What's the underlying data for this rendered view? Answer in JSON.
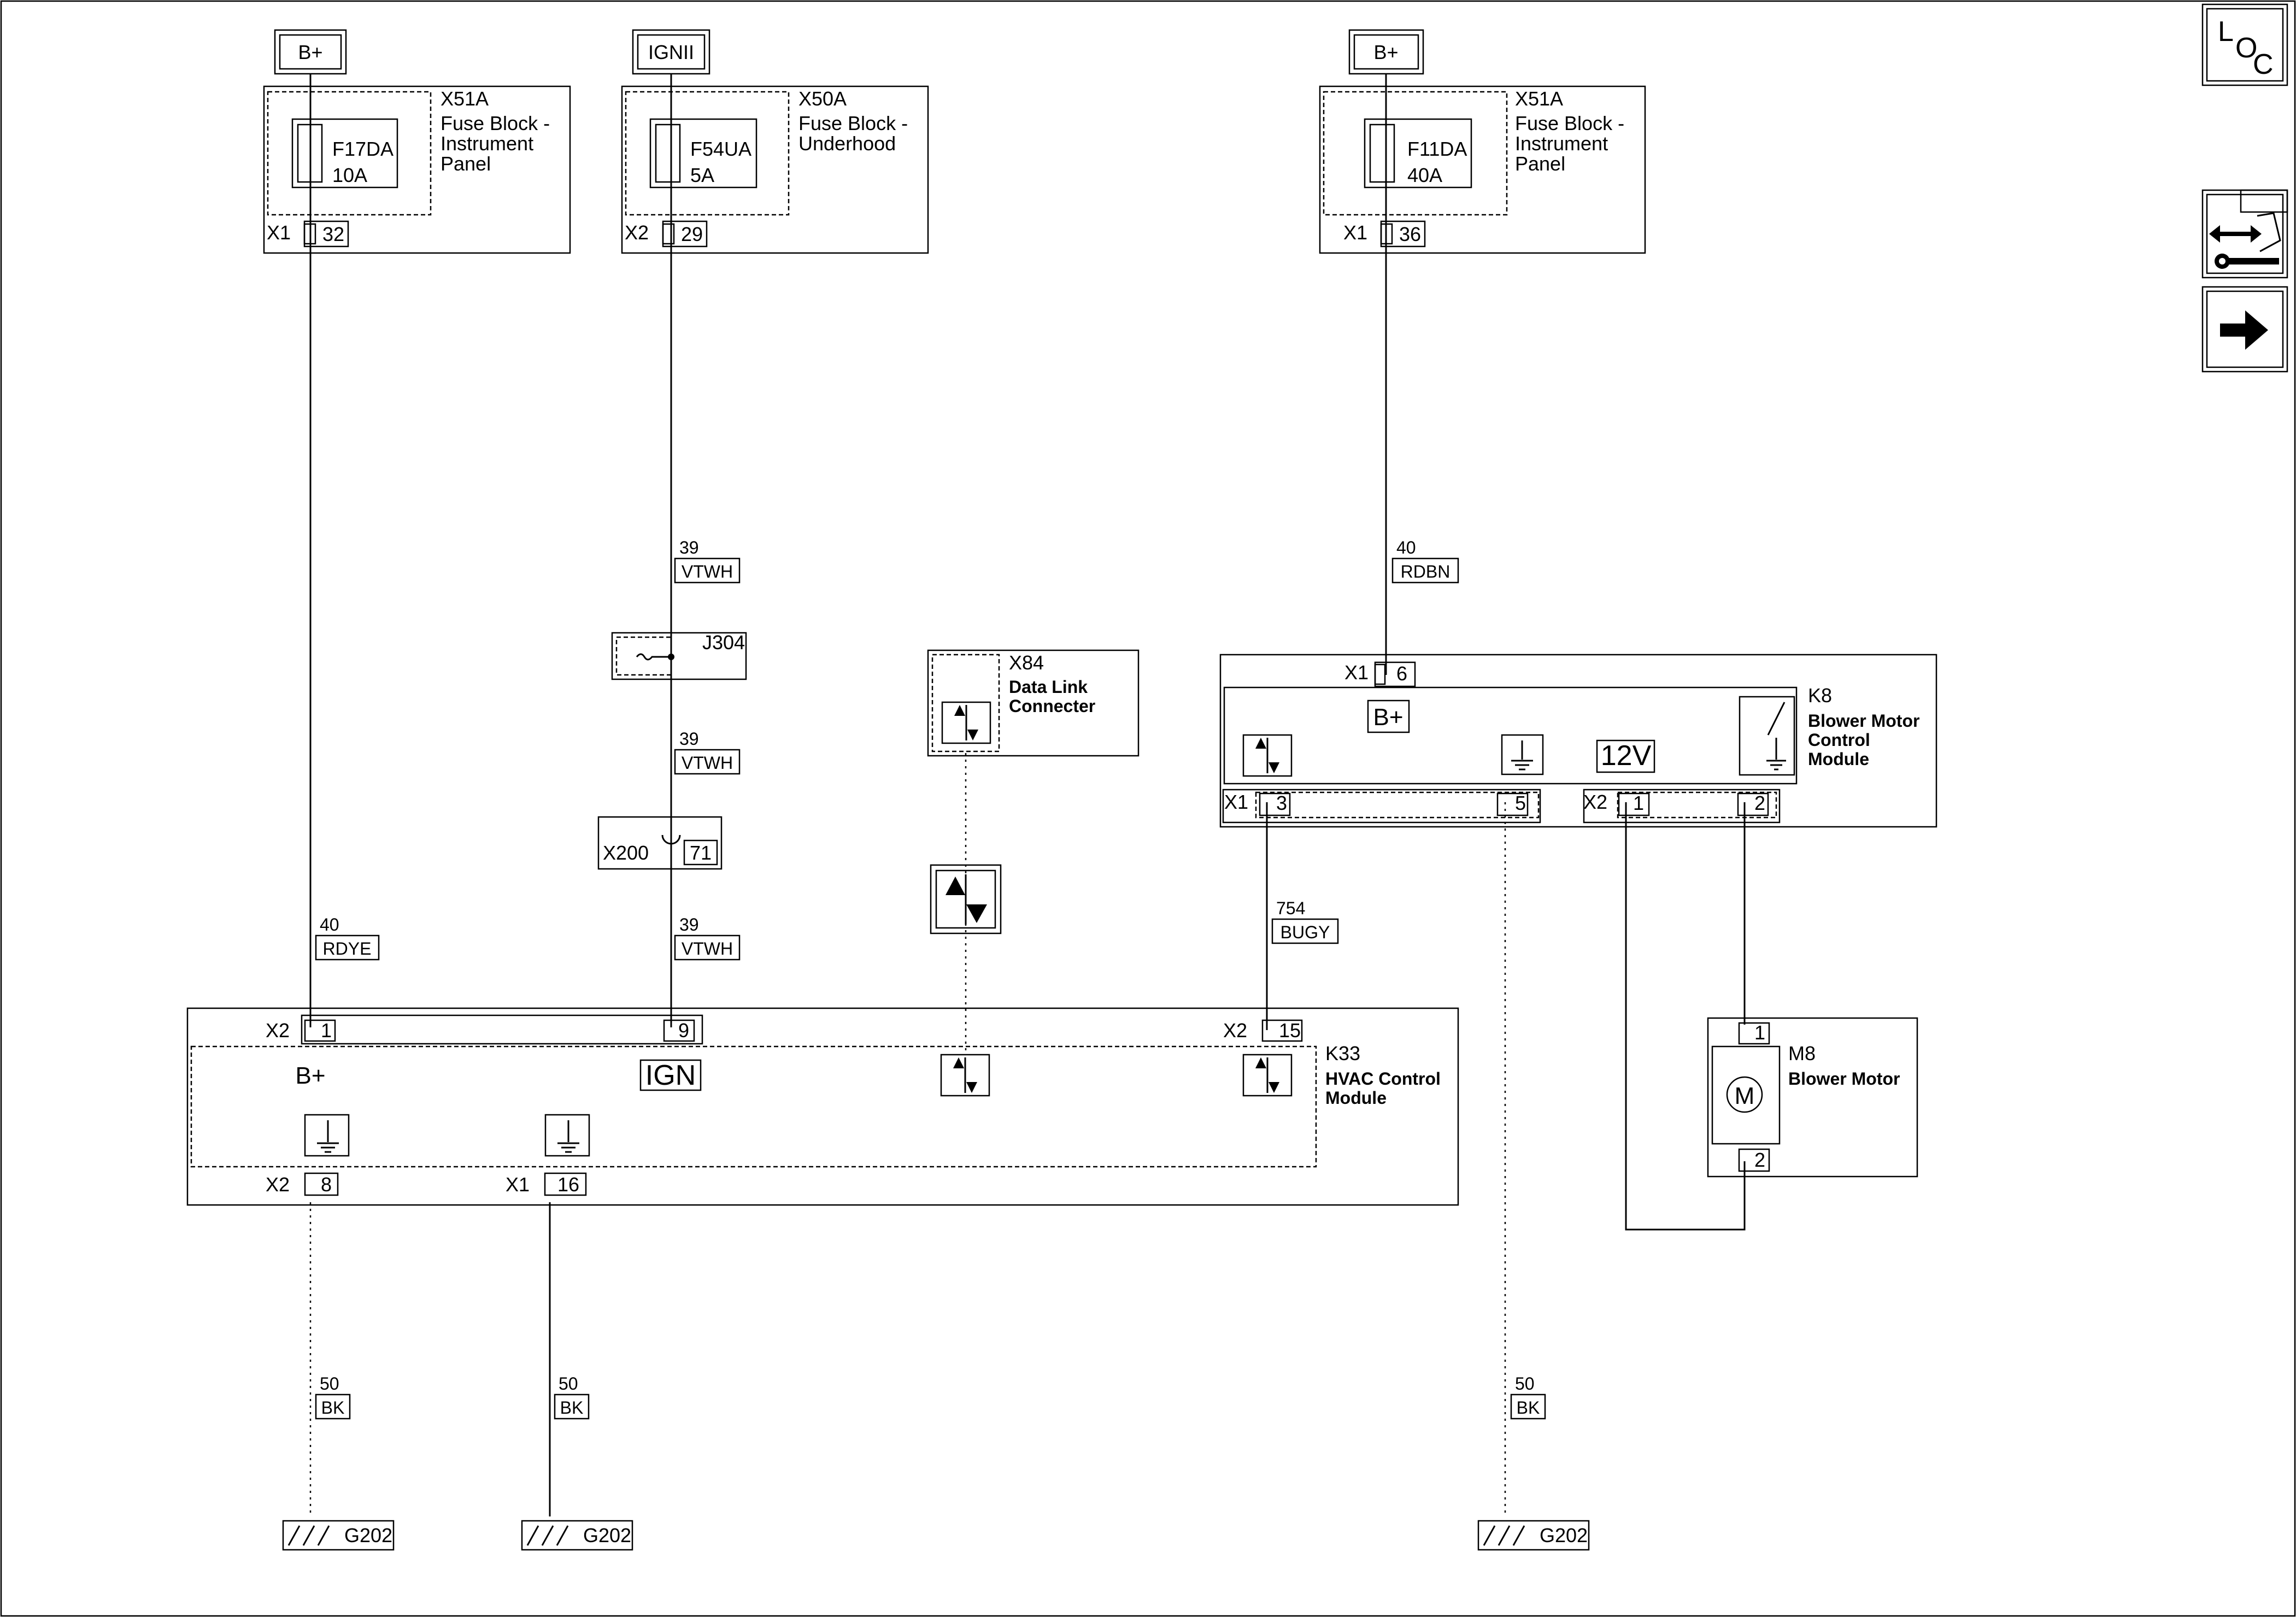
{
  "supplies": {
    "bplus_left": "B+",
    "ignii": "IGNII",
    "bplus_right": "B+"
  },
  "fuse_blocks": [
    {
      "code": "X51A",
      "name_line1": "Fuse Block -",
      "name_line2": "Instrument",
      "name_line3": "Panel",
      "fuse": "F17DA",
      "rating": "10A",
      "connector": "X1",
      "pin": "32"
    },
    {
      "code": "X50A",
      "name_line1": "Fuse Block -",
      "name_line2": "Underhood",
      "name_line3": "",
      "fuse": "F54UA",
      "rating": "5A",
      "connector": "X2",
      "pin": "29"
    },
    {
      "code": "X51A",
      "name_line1": "Fuse Block -",
      "name_line2": "Instrument",
      "name_line3": "Panel",
      "fuse": "F11DA",
      "rating": "40A",
      "connector": "X1",
      "pin": "36"
    }
  ],
  "wires": {
    "ign_upper": {
      "gauge": "39",
      "color": "VTWH"
    },
    "ign_mid": {
      "gauge": "39",
      "color": "VTWH"
    },
    "ign_lower": {
      "gauge": "39",
      "color": "VTWH"
    },
    "bplus_k33": {
      "gauge": "40",
      "color": "RDYE"
    },
    "bplus_k8": {
      "gauge": "40",
      "color": "RDBN"
    },
    "k8_signal": {
      "gauge": "754",
      "color": "BUGY"
    },
    "gnd1": {
      "gauge": "50",
      "color": "BK"
    },
    "gnd2": {
      "gauge": "50",
      "color": "BK"
    },
    "gnd3": {
      "gauge": "50",
      "color": "BK"
    }
  },
  "splice": {
    "label": "J304"
  },
  "inline_connector": {
    "label": "X200",
    "pin": "71"
  },
  "dlc": {
    "code": "X84",
    "name_line1": "Data Link",
    "name_line2": "Connecter"
  },
  "k8": {
    "code": "K8",
    "name_line1": "Blower Motor",
    "name_line2": "Control",
    "name_line3": "Module",
    "conn_top": "X1",
    "pin_top": "6",
    "bplus": "B+",
    "voltage": "12V",
    "conn_x1": "X1",
    "pin_3": "3",
    "pin_5": "5",
    "conn_x2": "X2",
    "pin_1": "1",
    "pin_2": "2"
  },
  "k33": {
    "code": "K33",
    "name_line1": "HVAC Control",
    "name_line2": "Module",
    "conn_top_left": "X2",
    "pin_1": "1",
    "pin_9": "9",
    "conn_top_right": "X2",
    "pin_15": "15",
    "bplus": "B+",
    "ign": "IGN",
    "conn_bottom_left": "X2",
    "pin_8": "8",
    "conn_bottom_mid": "X1",
    "pin_16": "16"
  },
  "m8": {
    "code": "M8",
    "name": "Blower Motor",
    "symbol": "M",
    "pin_top": "1",
    "pin_bottom": "2"
  },
  "grounds": [
    {
      "label": "G202"
    },
    {
      "label": "G202"
    },
    {
      "label": "G202"
    }
  ],
  "side_icons": {
    "loc_l": "L",
    "loc_o": "O",
    "loc_c": "C",
    "names": [
      "loc-icon",
      "connector-view-icon",
      "next-arrow-icon"
    ]
  }
}
